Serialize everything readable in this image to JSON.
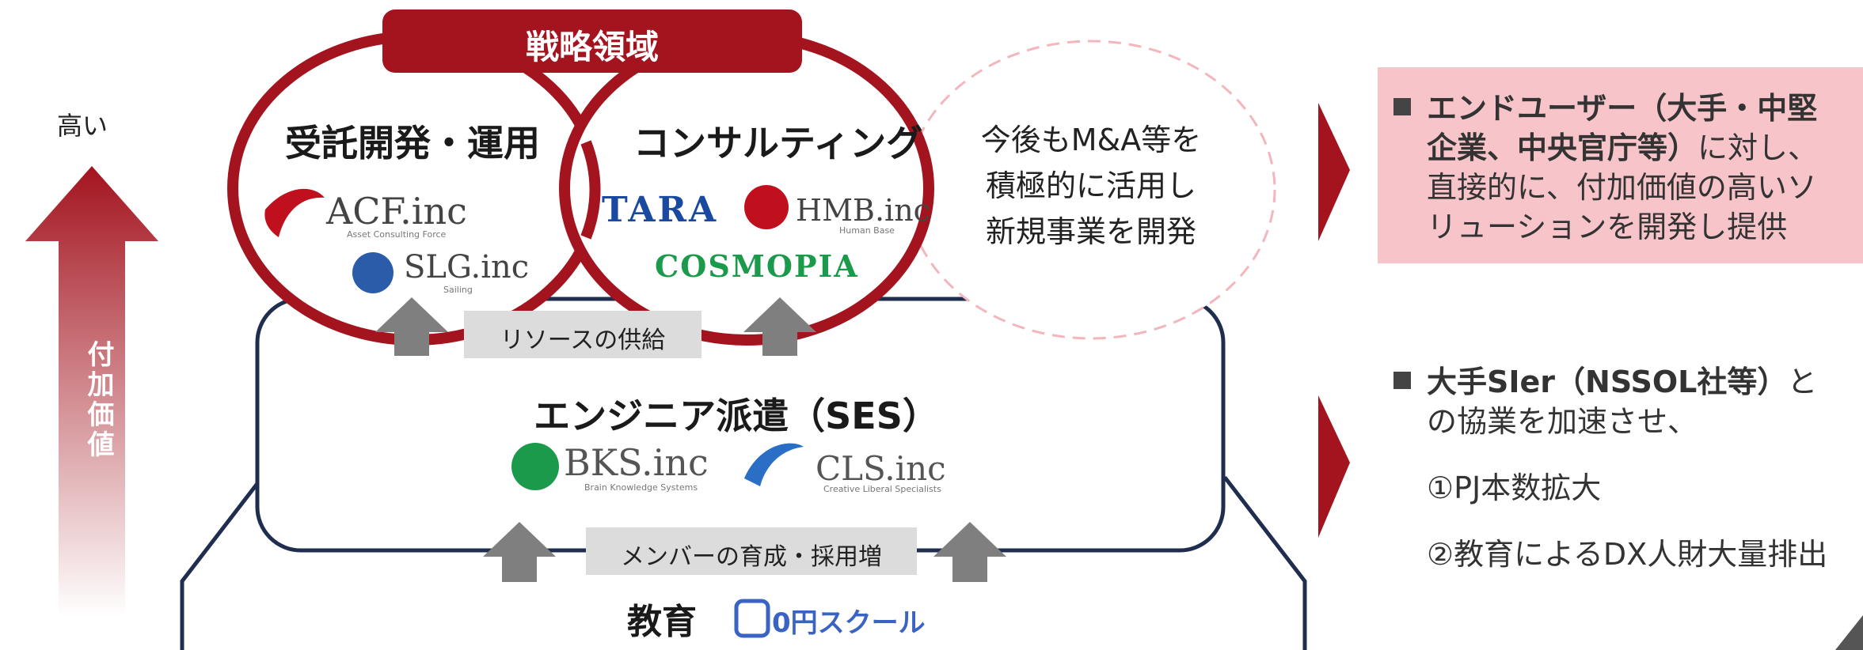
{
  "axis": {
    "high_label": "高い",
    "arrow_label": "付加価値"
  },
  "banner": {
    "label": "戦略領域"
  },
  "circles": {
    "left": {
      "title": "受託開発・運用",
      "logos": [
        "ACF.inc",
        "SLG.inc"
      ],
      "logo_subs": [
        "Asset Consulting Force",
        "Sailing"
      ]
    },
    "right": {
      "title": "コンサルティング",
      "logos": [
        "TARA",
        "HMB.inc",
        "COSMOPIA"
      ],
      "logo_subs": [
        "Human Base"
      ]
    },
    "dashed": {
      "lines": [
        "今後もM&A等を",
        "積極的に活用し",
        "新規事業を開発"
      ]
    }
  },
  "ses": {
    "title": "エンジニア派遣（SES）",
    "supply_label": "リソースの供給",
    "logos": [
      "BKS.inc",
      "CLS.inc"
    ],
    "logo_subs": [
      "Brain Knowledge Systems",
      "Creative Liberal Specialists"
    ]
  },
  "education": {
    "growth_label": "メンバーの育成・採用増",
    "title": "教育",
    "logo": "0円スクール"
  },
  "right_panel": {
    "block1": {
      "bold": "エンドユーザー（大手・中堅企業、中央官庁等）",
      "rest": "に対し、直接的に、付加価値の高いソリューションを開発し提供",
      "lines": [
        "エンドユーザー（大手・中堅",
        "企業、中央官庁等）",
        "に対し、",
        "直接的に、付加価値の高いソ",
        "リューションを開発し提供"
      ]
    },
    "block2": {
      "lines": [
        "大手SIer（NSSOL社等）",
        "と",
        "の協業を加速させ、",
        "①PJ本数拡大",
        "②教育によるDX人財大量排出"
      ]
    }
  },
  "colors": {
    "accent": "#a3141f",
    "gray_arrow": "#7f7f7f",
    "navy": "#1f2d4e",
    "pink_box": "#f7c5c9",
    "green": "#1a9a4a"
  }
}
